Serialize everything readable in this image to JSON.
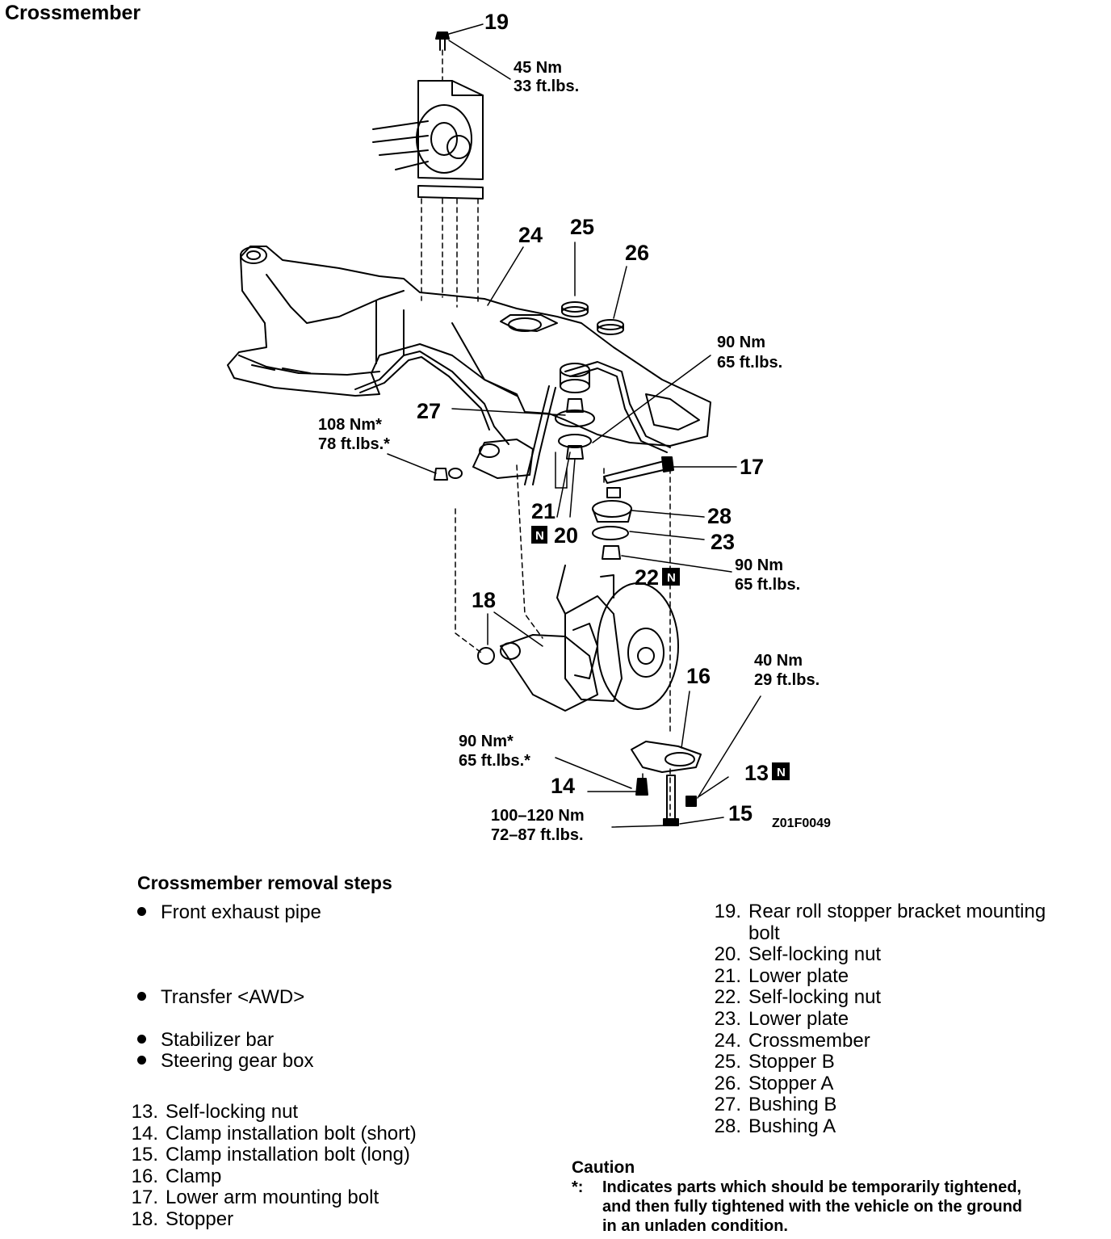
{
  "title": "Crossmember",
  "figure_code": "Z01F0049",
  "callouts": {
    "c13": "13",
    "c14": "14",
    "c15": "15",
    "c16": "16",
    "c17": "17",
    "c18": "18",
    "c19": "19",
    "c20": "20",
    "c21": "21",
    "c22": "22",
    "c23": "23",
    "c24": "24",
    "c25": "25",
    "c26": "26",
    "c27": "27",
    "c28": "28",
    "n_mark": "N"
  },
  "torques": {
    "t19_nm": "45 Nm",
    "t19_ft": "33 ft.lbs.",
    "t20_nm": "90 Nm",
    "t20_ft": "65 ft.lbs.",
    "t27_nm": "108 Nm*",
    "t27_ft": "78 ft.lbs.*",
    "t22_nm": "90 Nm",
    "t22_ft": "65 ft.lbs.",
    "t13_nm": "40 Nm",
    "t13_ft": "29 ft.lbs.",
    "t14_nm": "90 Nm*",
    "t14_ft": "65 ft.lbs.*",
    "t15_nm": "100–120 Nm",
    "t15_ft": "72–87 ft.lbs."
  },
  "steps": {
    "heading": "Crossmember removal steps",
    "bullets": [
      "Front exhaust pipe",
      "Transfer <AWD>",
      "Stabilizer bar",
      "Steering gear box"
    ],
    "left_items": [
      {
        "num": "13.",
        "text": "Self-locking nut"
      },
      {
        "num": "14.",
        "text": "Clamp installation bolt (short)"
      },
      {
        "num": "15.",
        "text": "Clamp installation bolt (long)"
      },
      {
        "num": "16.",
        "text": "Clamp"
      },
      {
        "num": "17.",
        "text": "Lower arm mounting bolt"
      },
      {
        "num": "18.",
        "text": "Stopper"
      }
    ],
    "right_items": [
      {
        "num": "19.",
        "text": "Rear roll stopper bracket mounting"
      },
      {
        "num": "",
        "text": "bolt"
      },
      {
        "num": "20.",
        "text": "Self-locking nut"
      },
      {
        "num": "21.",
        "text": "Lower plate"
      },
      {
        "num": "22.",
        "text": "Self-locking nut"
      },
      {
        "num": "23.",
        "text": "Lower plate"
      },
      {
        "num": "24.",
        "text": "Crossmember"
      },
      {
        "num": "25.",
        "text": "Stopper B"
      },
      {
        "num": "26.",
        "text": "Stopper A"
      },
      {
        "num": "27.",
        "text": "Bushing B"
      },
      {
        "num": "28.",
        "text": "Bushing A"
      }
    ]
  },
  "caution": {
    "heading": "Caution",
    "mark": "*:",
    "lines": [
      "Indicates parts which should be temporarily tightened,",
      "and then fully tightened with the vehicle on the ground",
      "in an unladen condition."
    ]
  }
}
